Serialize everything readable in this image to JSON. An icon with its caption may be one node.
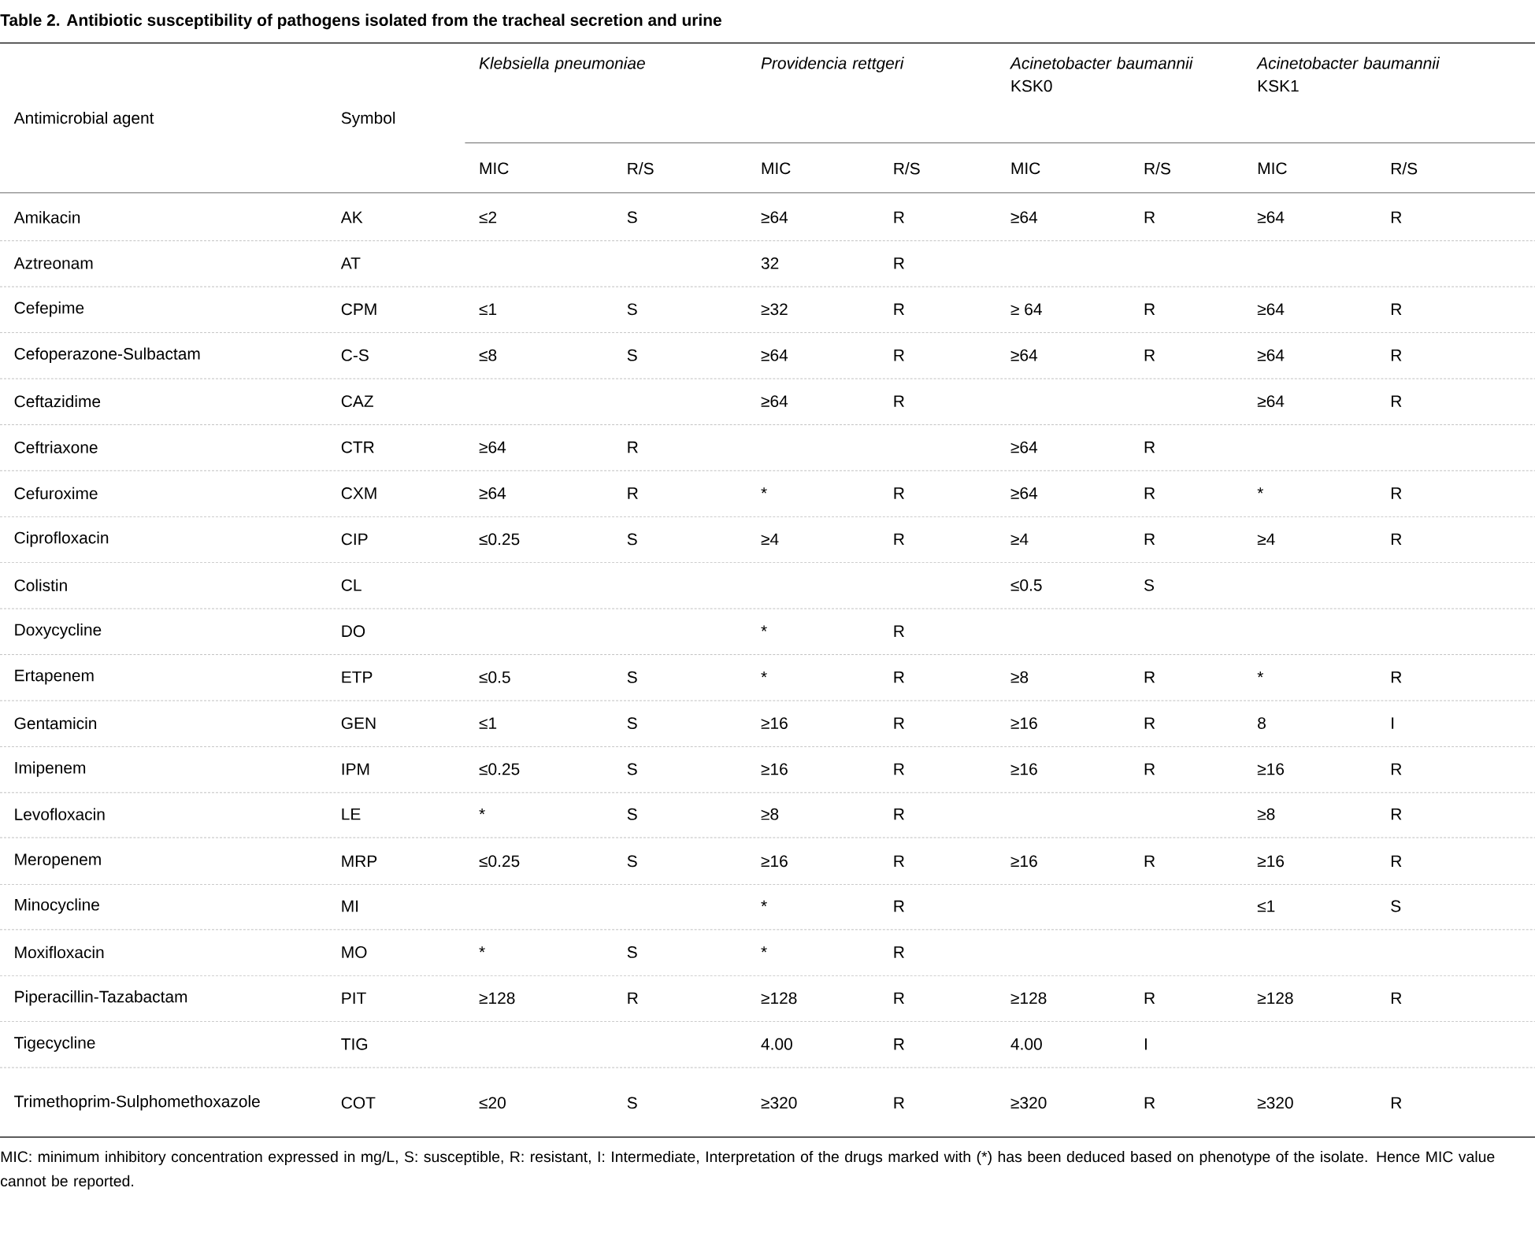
{
  "diagram": {
    "title": "Table 2. Antibiotic susceptibility of pathogens isolated from the tracheal secretion and urine",
    "labels": [
      "Antimicrobial agent",
      "Symbol",
      "Klebsiella pneumoniae",
      "Providencia rettgeri",
      "*Acinetobacter baumannii* KSK0",
      "*Acinetobacter baumannii* KSK1",
      "MIC",
      "R/S",
      "MIC",
      "R/S",
      "MIC",
      "R/S",
      "MIC",
      "R/S",
      "Amikacin",
      "AK",
      "≤2",
      "S",
      "≥64",
      "R",
      "≥64",
      "R",
      "≥64",
      "R",
      "Aztreonam",
      "AT",
      "32",
      "R",
      "Cefepime",
      "CPM",
      "≤1",
      "S",
      "≥32",
      "R",
      "≥ 64",
      "R",
      "≥64",
      "R",
      "Cefoperazone-Sulbactam",
      "C-S",
      "≤8",
      "S",
      "≥64",
      "R",
      "≥64",
      "R",
      "≥64",
      "R",
      "Ceftazidime",
      "CAZ",
      "≥64",
      "R",
      "≥64",
      "R",
      "Ceftriaxone",
      "CTR",
      "≥64",
      "R",
      "≥64",
      "R",
      "Cefuroxime",
      "CXM",
      "≥64",
      "R",
      "*",
      "R",
      "≥64",
      "R",
      "*",
      "R",
      "Ciprofloxacin",
      "CIP",
      "≤0.25",
      "S",
      "≥4",
      "R",
      "≥4",
      "R",
      "≥4",
      "R",
      "Colistin",
      "CL",
      "≤0.5",
      "S",
      "Doxycycline",
      "DO",
      "*",
      "R",
      "Ertapenem",
      "ETP",
      "≤0.5",
      "S",
      "*",
      "R",
      "≥8",
      "R",
      "*",
      "R",
      "Gentamicin",
      "GEN",
      "≤1",
      "S",
      "≥16",
      "R",
      "≥16",
      "R",
      "8",
      "I",
      "Imipenem",
      "IPM",
      "≤0.25",
      "S",
      "≥16",
      "R",
      "≥16",
      "R",
      "≥16",
      "R",
      "Levofloxacin",
      "LE",
      "*",
      "S",
      "≥8",
      "R",
      "≥8",
      "R",
      "Meropenem",
      "MRP",
      "≤0.25",
      "S",
      "≥16",
      "R",
      "≥16",
      "R",
      "≥16",
      "R",
      "Minocycline",
      "MI",
      "*",
      "R",
      "≤1",
      "S",
      "Moxifloxacin",
      "MO",
      "*",
      "S",
      "*",
      "R",
      "Piperacillin-Tazabactam",
      "PIT",
      "≥128",
      "R",
      "≥128",
      "R",
      "≥128",
      "R",
      "≥128",
      "R",
      "Tigecycline",
      "TIG",
      "4.00",
      "R",
      "4.00",
      "I",
      "Trimethoprim-Sulphomethoxazole",
      "COT",
      "≤20",
      "S",
      "≥320",
      "R",
      "≥320",
      "R",
      "≥320",
      "R",
      "MIC: minimum inhibitory concentration expressed in mg/L, S: susceptible, R: resistant, I: Intermediate, Interpretation of the drugs marked with (*) has been deduced based on phenotype of the isolate. Hence MIC value cannot be reported."
    ]
  }
}
